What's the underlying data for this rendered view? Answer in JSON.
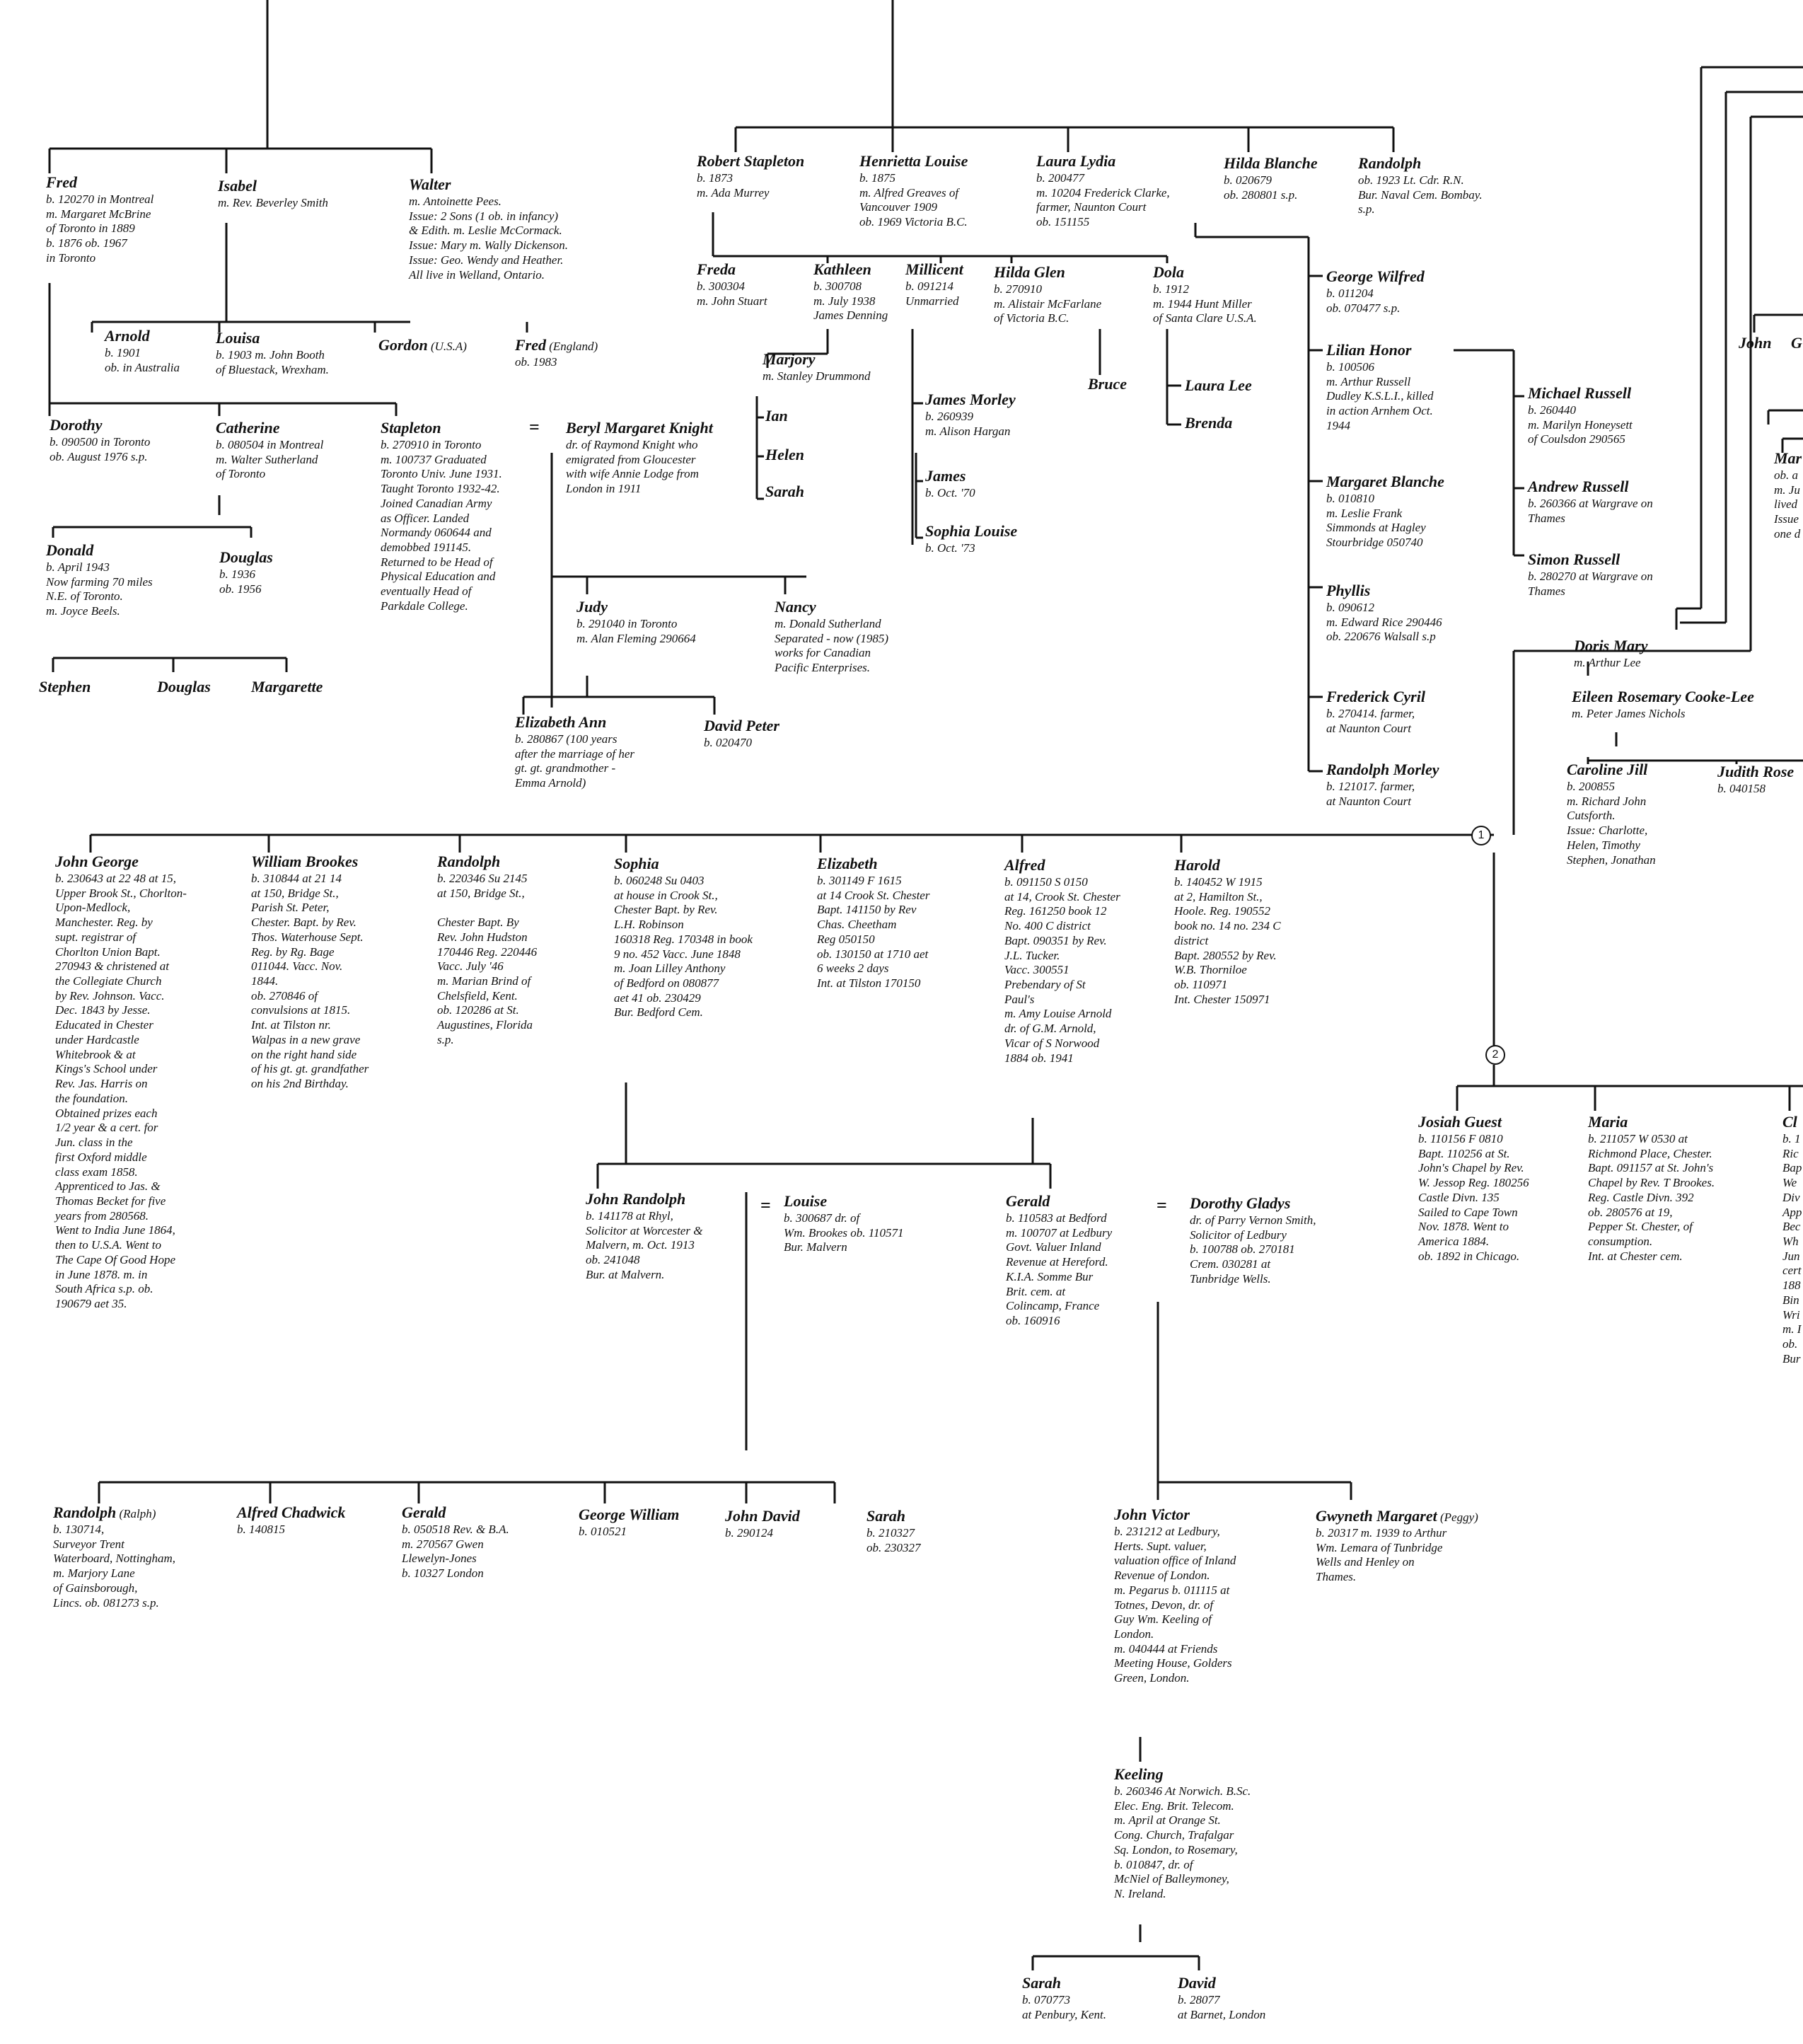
{
  "people": [
    {
      "id": "fred",
      "name": "Fred",
      "details": "b. 120270 in Montreal\nm. Margaret McBrine\nof Toronto in 1889\nb. 1876 ob. 1967\nin Toronto"
    },
    {
      "id": "isabel",
      "name": "Isabel",
      "details": "m. Rev. Beverley Smith"
    },
    {
      "id": "walter",
      "name": "Walter",
      "details": "m. Antoinette Pees.\nIssue: 2 Sons (1 ob. in infancy)\n& Edith. m. Leslie McCormack.\nIssue: Mary m. Wally Dickenson.\nIssue: Geo. Wendy and Heather.\nAll live in Welland, Ontario."
    },
    {
      "id": "arnold",
      "name": "Arnold",
      "details": "b. 1901\nob. in Australia"
    },
    {
      "id": "louisa",
      "name": "Louisa",
      "details": "b. 1903 m. John Booth\nof Bluestack, Wrexham."
    },
    {
      "id": "gordon",
      "name": "Gordon",
      "suffix": " (U.S.A)",
      "details": ""
    },
    {
      "id": "fred2",
      "name": "Fred",
      "suffix": " (England)",
      "details": "ob. 1983"
    },
    {
      "id": "dorothy",
      "name": "Dorothy",
      "details": "b. 090500 in Toronto\nob. August 1976 s.p."
    },
    {
      "id": "catherine",
      "name": "Catherine",
      "details": "b. 080504 in Montreal\nm. Walter Sutherland\nof Toronto"
    },
    {
      "id": "stapleton",
      "name": "Stapleton",
      "details": "b. 270910 in Toronto\nm. 100737 Graduated\nToronto Univ. June 1931.\nTaught Toronto 1932-42.\nJoined Canadian Army\nas Officer. Landed\nNormandy 060644 and\ndemobbed 191145.\nReturned to be Head of\nPhysical Education and\neventually Head of\nParkdale College."
    },
    {
      "id": "beryl",
      "name": "Beryl Margaret Knight",
      "details": "dr. of Raymond Knight who\nemigrated from Gloucester\nwith wife Annie Lodge from\nLondon in 1911"
    },
    {
      "id": "donald",
      "name": "Donald",
      "details": "b. April 1943\nNow farming 70 miles\nN.E. of Toronto.\nm. Joyce Beels."
    },
    {
      "id": "douglas",
      "name": "Douglas",
      "details": "b. 1936\nob. 1956"
    },
    {
      "id": "stephen",
      "name": "Stephen",
      "details": ""
    },
    {
      "id": "douglas2",
      "name": "Douglas",
      "details": ""
    },
    {
      "id": "margarette",
      "name": "Margarette",
      "details": ""
    },
    {
      "id": "judy",
      "name": "Judy",
      "details": "b. 291040 in Toronto\nm. Alan Fleming 290664"
    },
    {
      "id": "nancy",
      "name": "Nancy",
      "details": "m. Donald Sutherland\nSeparated - now (1985)\nworks for Canadian\nPacific Enterprises."
    },
    {
      "id": "elizabeth_ann",
      "name": "Elizabeth Ann",
      "details": "b. 280867 (100 years\nafter the marriage of her\ngt. gt. grandmother -\nEmma Arnold)"
    },
    {
      "id": "david_peter",
      "name": "David Peter",
      "details": "b. 020470"
    },
    {
      "id": "robert_stapleton",
      "name": "Robert Stapleton",
      "details": "b. 1873\nm. Ada Murrey"
    },
    {
      "id": "henrietta",
      "name": "Henrietta Louise",
      "details": "b. 1875\nm. Alfred Greaves of\nVancouver 1909\nob. 1969 Victoria B.C."
    },
    {
      "id": "laura_lydia",
      "name": "Laura Lydia",
      "details": "b. 200477\nm. 10204 Frederick Clarke,\nfarmer, Naunton Court\nob. 151155"
    },
    {
      "id": "hilda_blanche",
      "name": "Hilda Blanche",
      "details": "b. 020679\nob. 280801 s.p."
    },
    {
      "id": "randolph_rn",
      "name": "Randolph",
      "details": "ob. 1923 Lt. Cdr. R.N.\nBur. Naval Cem. Bombay.\ns.p."
    },
    {
      "id": "freda",
      "name": "Freda",
      "details": "b. 300304\nm. John Stuart"
    },
    {
      "id": "kathleen",
      "name": "Kathleen",
      "details": "b. 300708\nm. July 1938\nJames  Denning"
    },
    {
      "id": "millicent",
      "name": "Millicent",
      "details": "b. 091214\nUnmarried"
    },
    {
      "id": "hilda_glen",
      "name": "Hilda Glen",
      "details": "b. 270910\nm. Alistair McFarlane\nof Victoria B.C."
    },
    {
      "id": "dola",
      "name": "Dola",
      "details": "b. 1912\nm. 1944 Hunt Miller\nof Santa Clare U.S.A."
    },
    {
      "id": "marjory",
      "name": "Marjory",
      "details": "m. Stanley Drummond"
    },
    {
      "id": "ian",
      "name": "Ian",
      "details": ""
    },
    {
      "id": "helen",
      "name": "Helen",
      "details": ""
    },
    {
      "id": "sarah_m",
      "name": "Sarah",
      "details": ""
    },
    {
      "id": "james_morley",
      "name": "James Morley",
      "details": "b. 260939\nm. Alison Hargan"
    },
    {
      "id": "james",
      "name": "James",
      "details": "b. Oct. '70"
    },
    {
      "id": "sophia_louise",
      "name": "Sophia Louise",
      "details": "b. Oct. '73"
    },
    {
      "id": "bruce",
      "name": "Bruce",
      "details": ""
    },
    {
      "id": "laura_lee",
      "name": "Laura Lee",
      "details": ""
    },
    {
      "id": "brenda",
      "name": "Brenda",
      "details": ""
    },
    {
      "id": "george_wilfred",
      "name": "George Wilfred",
      "details": "b. 011204\nob. 070477 s.p."
    },
    {
      "id": "lilian_honor",
      "name": "Lilian Honor",
      "details": "b. 100506\nm. Arthur Russell\nDudley K.S.L.I., killed\nin action Arnhem Oct.\n1944"
    },
    {
      "id": "margaret_blanche",
      "name": "Margaret Blanche",
      "details": "b. 010810\nm. Leslie Frank\nSimmonds at Hagley\nStourbridge 050740"
    },
    {
      "id": "phyllis",
      "name": "Phyllis",
      "details": "b. 090612\nm. Edward Rice 290446\nob. 220676 Walsall s.p"
    },
    {
      "id": "frederick_cyril",
      "name": "Frederick Cyril",
      "details": "b. 270414. farmer,\nat Naunton Court"
    },
    {
      "id": "randolph_morley",
      "name": "Randolph Morley",
      "details": "b. 121017. farmer,\nat Naunton Court"
    },
    {
      "id": "michael_russell",
      "name": "Michael Russell",
      "details": "b. 260440\nm. Marilyn Honeysett\nof Coulsdon 290565"
    },
    {
      "id": "andrew_russell",
      "name": "Andrew Russell",
      "details": "b. 260366 at Wargrave on\nThames"
    },
    {
      "id": "simon_russell",
      "name": "Simon Russell",
      "details": "b. 280270 at Wargrave on\nThames"
    },
    {
      "id": "john_g",
      "name": "John",
      "details": ""
    },
    {
      "id": "g_partial",
      "name": "G",
      "details": ""
    },
    {
      "id": "mar_partial",
      "name": "Mar",
      "details": "ob. a\nm. Ju\nlived\nIssue\none d"
    },
    {
      "id": "doris_mary",
      "name": "Doris Mary",
      "details": "m. Arthur Lee"
    },
    {
      "id": "eileen",
      "name": "Eileen Rosemary Cooke-Lee",
      "details": "m. Peter James Nichols"
    },
    {
      "id": "caroline",
      "name": "Caroline Jill",
      "details": "b. 200855\nm. Richard John\nCutsforth.\nIssue: Charlotte,\nHelen, Timothy\nStephen, Jonathan"
    },
    {
      "id": "judith",
      "name": "Judith Rose",
      "details": "b. 040158"
    },
    {
      "id": "john_george",
      "name": "John George",
      "details": "b. 230643 at 22 48 at 15,\nUpper Brook St., Chorlton-\nUpon-Medlock,\nManchester. Reg. by\nsupt. registrar of\nChorlton Union Bapt.\n270943 & christened at\nthe Collegiate Church\nby Rev. Johnson. Vacc.\nDec. 1843 by Jesse.\nEducated in Chester\nunder Hardcastle\nWhitebrook & at\nKings's School under\nRev. Jas. Harris on\nthe foundation.\nObtained prizes each\n1/2 year & a cert. for\nJun. class in the\nfirst Oxford middle\nclass exam 1858.\nApprenticed to Jas. &\nThomas Becket for five\nyears from 280568.\nWent to India June 1864,\nthen to U.S.A. Went to\nThe Cape Of Good Hope\nin June 1878. m. in\nSouth Africa s.p. ob.\n190679 aet 35."
    },
    {
      "id": "william_brookes",
      "name": "William Brookes",
      "details": "b. 310844 at 21 14\nat 150, Bridge St.,\nParish St. Peter,\nChester. Bapt. by Rev.\nThos. Waterhouse Sept.\nReg. by Rg. Bage\n011044. Vacc. Nov.\n1844.\nob. 270846 of\nconvulsions at 1815.\nInt. at Tilston nr.\nWalpas in a new grave\non the right hand side\nof his gt. gt. grandfather\non his 2nd Birthday."
    },
    {
      "id": "randolph_1846",
      "name": "Randolph",
      "details": "b. 220346 Su 2145\nat 150, Bridge St.,\n\nChester Bapt. By\nRev. John Hudston\n170446 Reg. 220446\nVacc. July '46\nm. Marian Brind of\nChelsfield, Kent.\nob. 120286 at St.\nAugustines, Florida\ns.p."
    },
    {
      "id": "sophia",
      "name": "Sophia",
      "details": "b. 060248 Su 0403\nat house in Crook St.,\nChester Bapt. by Rev.\nL.H. Robinson\n160318 Reg. 170348 in book\n9 no. 452 Vacc. June 1848\nm. Joan Lilley Anthony\nof Bedford on 080877\naet 41 ob. 230429\nBur. Bedford Cem."
    },
    {
      "id": "elizabeth",
      "name": "Elizabeth",
      "details": "b. 301149 F 1615\nat 14 Crook St. Chester\nBapt. 141150 by Rev\nChas. Cheetham\nReg 050150\nob. 130150 at 1710 aet\n6 weeks 2 days\nInt. at Tilston 170150"
    },
    {
      "id": "alfred",
      "name": "Alfred",
      "details": "b. 091150 S 0150\nat 14, Crook St. Chester\nReg. 161250 book 12\nNo. 400 C district\nBapt. 090351 by Rev.\nJ.L. Tucker.\nVacc. 300551\nPrebendary of St\nPaul's\nm. Amy Louise Arnold\ndr. of G.M. Arnold,\nVicar of S Norwood\n1884 ob. 1941"
    },
    {
      "id": "harold",
      "name": "Harold",
      "details": "b. 140452 W 1915\nat 2, Hamilton St.,\nHoole. Reg. 190552\nbook no. 14 no. 234 C\ndistrict\nBapt. 280552 by Rev.\nW.B. Thorniloe\nob. 110971\nInt. Chester 150971"
    },
    {
      "id": "josiah_guest",
      "name": "Josiah Guest",
      "details": "b. 110156 F 0810\nBapt. 110256 at St.\nJohn's Chapel by Rev.\nW. Jessop Reg. 180256\nCastle Divn. 135\nSailed to Cape Town\nNov. 1878. Went to\nAmerica 1884.\nob. 1892 in Chicago."
    },
    {
      "id": "maria",
      "name": "Maria",
      "details": "b. 211057 W 0530 at\nRichmond Place, Chester.\nBapt. 091157 at St. John's\nChapel by Rev. T Brookes.\nReg. Castle Divn. 392\nob. 280576 at 19,\nPepper St. Chester, of\nconsumption.\nInt. at Chester cem."
    },
    {
      "id": "cl_partial",
      "name": "Cl",
      "details": "b. 1\nRic\nBap\nWe\nDiv\nApp\nBec\nWh\nJun\ncert\n188\nBin\nWri\nm. I\nob.\nBur"
    },
    {
      "id": "john_randolph",
      "name": "John Randolph",
      "details": "b. 141178 at Rhyl,\nSolicitor at Worcester &\nMalvern, m. Oct. 1913\nob. 241048\nBur. at Malvern."
    },
    {
      "id": "louise",
      "name": "Louise",
      "details": "b. 300687 dr. of\nWm. Brookes ob. 110571\nBur. Malvern"
    },
    {
      "id": "gerald",
      "name": "Gerald",
      "details": "b. 110583 at Bedford\nm. 100707 at Ledbury\nGovt. Valuer Inland\nRevenue at Hereford.\nK.I.A. Somme Bur\nBrit. cem. at\nColincamp, France\nob. 160916"
    },
    {
      "id": "dorothy_gladys",
      "name": "Dorothy Gladys",
      "details": "dr. of Parry Vernon Smith,\nSolicitor of Ledbury\nb. 100788 ob. 270181\nCrem. 030281 at\nTunbridge Wells."
    },
    {
      "id": "randolph_ralph",
      "name": "Randolph",
      "suffix": " (Ralph)",
      "details": "b. 130714,\nSurveyor Trent\nWaterboard, Nottingham,\nm. Marjory Lane\nof Gainsborough,\nLincs. ob. 081273 s.p."
    },
    {
      "id": "alfred_chadwick",
      "name": "Alfred Chadwick",
      "details": "b. 140815"
    },
    {
      "id": "gerald2",
      "name": "Gerald",
      "details": "b. 050518 Rev. & B.A.\nm. 270567 Gwen\nLlewelyn-Jones\nb. 10327 London"
    },
    {
      "id": "george_william",
      "name": "George William",
      "details": "b. 010521"
    },
    {
      "id": "john_david",
      "name": "John David",
      "details": "b. 290124"
    },
    {
      "id": "sarah_1927",
      "name": "Sarah",
      "details": "b. 210327\nob. 230327"
    },
    {
      "id": "john_victor",
      "name": "John Victor",
      "details": "b. 231212 at Ledbury,\nHerts. Supt. valuer,\nvaluation office of Inland\nRevenue of London.\nm. Pegarus b. 011115 at\nTotnes, Devon, dr. of\nGuy Wm. Keeling of\nLondon.\nm. 040444 at Friends\nMeeting House, Golders\nGreen, London."
    },
    {
      "id": "gwyneth",
      "name": "Gwyneth Margaret",
      "suffix": " (Peggy)",
      "details": "b. 20317 m. 1939 to Arthur\nWm. Lemara of Tunbridge\nWells and Henley on\nThames."
    },
    {
      "id": "keeling",
      "name": "Keeling",
      "details": "b. 260346 At Norwich. B.Sc.\nElec. Eng. Brit. Telecom.\nm. April at Orange St.\nCong. Church, Trafalgar\nSq. London, to Rosemary,\nb. 010847, dr. of\nMcNiel of Balleymoney,\nN. Ireland."
    },
    {
      "id": "sarah_1973",
      "name": "Sarah",
      "details": "b. 070773\nat Penbury, Kent."
    },
    {
      "id": "david",
      "name": "David",
      "details": "b. 28077\nat Barnet, London"
    }
  ],
  "markers": [
    "1",
    "2"
  ],
  "separators": [
    "=",
    "="
  ]
}
